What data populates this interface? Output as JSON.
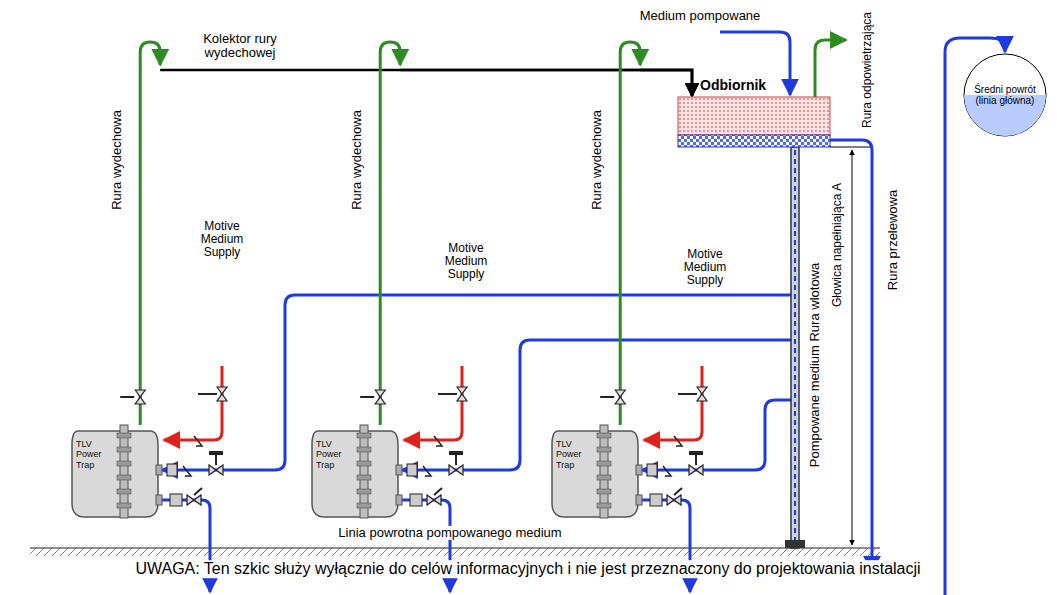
{
  "diagram": {
    "nodes": [
      {
        "text": [
          "Odbiornik"
        ]
      },
      {
        "text": [
          "Średni powrót (linia główna)"
        ]
      },
      {
        "text": [
          "TLV Power Trap"
        ]
      },
      {
        "text": [
          "TLV Power Trap"
        ]
      },
      {
        "text": [
          "TLV Power Trap"
        ]
      }
    ],
    "edges": [
      {
        "from": 2,
        "to": 0,
        "arrow": "to"
      },
      {
        "from": 3,
        "to": 0,
        "arrow": "to"
      },
      {
        "from": 4,
        "to": 0,
        "arrow": "to"
      }
    ],
    "labels": [
      "Medium pompowane",
      "Kolektor rury wydechowej",
      "Rura wydechowa",
      "Rura wydechowa",
      "Rura wydechowa",
      "Rura odpowietrzająca",
      "Motive Medium Supply",
      "Motive Medium Supply",
      "Motive Medium Supply",
      "Pompowane medium Rura wlotowa",
      "Głowica napełniająca A",
      "Rura przelewowa",
      "Linia powrotna pompowanego medium",
      "UWAGA: Ten szkic służy wyłącznie do celów informacyjnych i nie jest przeznaczony do projektowania instalacji"
    ]
  }
}
